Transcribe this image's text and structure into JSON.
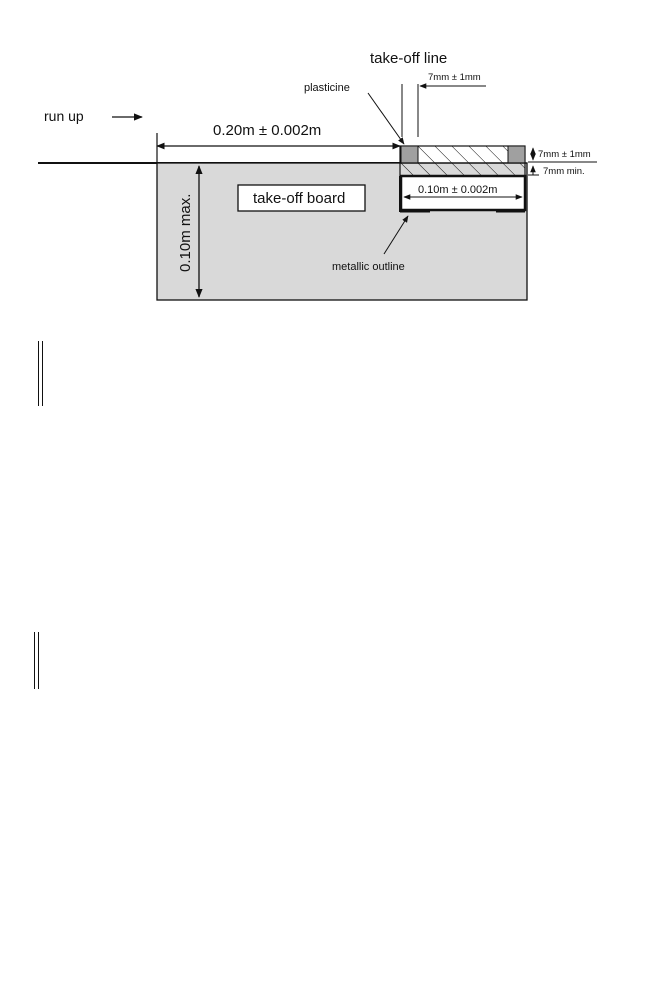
{
  "diagram": {
    "title": "take-off line",
    "run_up": "run up",
    "plasticine": "plasticine",
    "plasticine_width": "7mm ± 1mm",
    "board_to_line": "0.20m ± 0.002m",
    "depth": "0.10m max.",
    "board_label": "take-off board",
    "indicator_width": "0.10m ± 0.002m",
    "plasticine_height": "7mm ± 1mm",
    "plasticine_min": "7mm min.",
    "metallic": "metallic outline"
  },
  "colors": {
    "board_fill": "#d9d9d9",
    "plasticine_fill": "#a0a0a0",
    "line": "#111111"
  }
}
